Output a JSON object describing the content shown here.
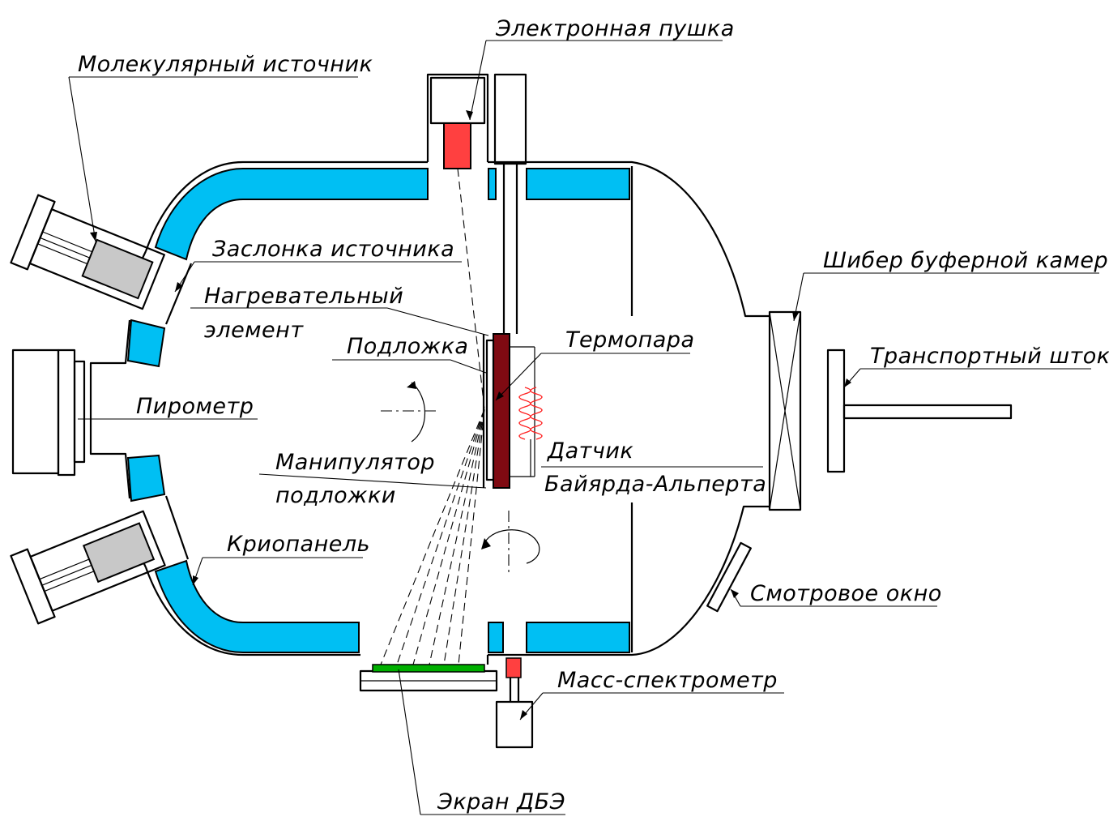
{
  "diagram": {
    "colors": {
      "cryopanel": "#00bff3",
      "source": "#c8c8c8",
      "egun": "#ff4040",
      "heater": "#7f0a12",
      "screen": "#00b000",
      "gauge": "#ff2020",
      "outline": "#000000"
    },
    "labels": {
      "e_gun": "Электронная пушка",
      "mol_source": "Молекулярный источник",
      "shutter": "Заслонка источника",
      "heater_1": "Нагревательный",
      "heater_2": "элемент",
      "substrate": "Подложка",
      "thermocouple": "Термопара",
      "pyrometer": "Пирометр",
      "gauge_1": "Датчик",
      "gauge_2": "Байярда-Альперта",
      "manip_1": "Манипулятор",
      "manip_2": "подложки",
      "cryopanel": "Криопанель",
      "gate_valve": "Шибер буферной камеры",
      "transfer_rod": "Транспортный шток",
      "viewport": "Смотровое окно",
      "mass_spec": "Масс-спектрометр",
      "rheed_screen": "Экран ДБЭ"
    }
  }
}
